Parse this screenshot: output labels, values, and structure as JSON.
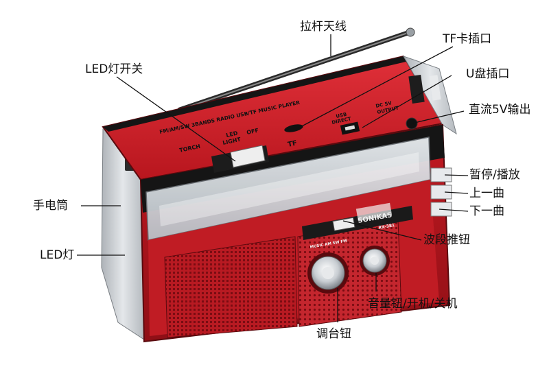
{
  "labels": {
    "antenna": "拉杆天线",
    "tf_slot": "TF卡插口",
    "led_switch": "LED灯开关",
    "usb_slot": "U盘插口",
    "dc_output": "直流5V输出",
    "pause_play": "暂停/播放",
    "prev_track": "上一曲",
    "next_track": "下一曲",
    "torch": "手电筒",
    "band_slider": "波段推钮",
    "led_light": "LED灯",
    "volume_power": "音量钮/开机/关机",
    "tuning_knob": "调台钮"
  },
  "device_print": {
    "top_banner": "FM/AM/SW 3BANDS RADIO USB/TF MUSIC PLAYER",
    "switch_torch": "TORCH",
    "switch_led": "LED",
    "switch_light": "LIGHT",
    "switch_off": "OFF",
    "usb_label_1": "USB",
    "usb_label_2": "DIRECT",
    "dc_label_1": "DC 5V",
    "dc_label_2": "OUTPUT",
    "tf_label": "TF",
    "brand": "SONIKAS",
    "model": "RX-381",
    "band_labels": "MUSIC AM SW FM"
  },
  "colors": {
    "body_red": "#d7232b",
    "body_dark_red": "#9e1219",
    "silver": "#c9cdd2",
    "black": "#151515",
    "leader": "#111111"
  }
}
